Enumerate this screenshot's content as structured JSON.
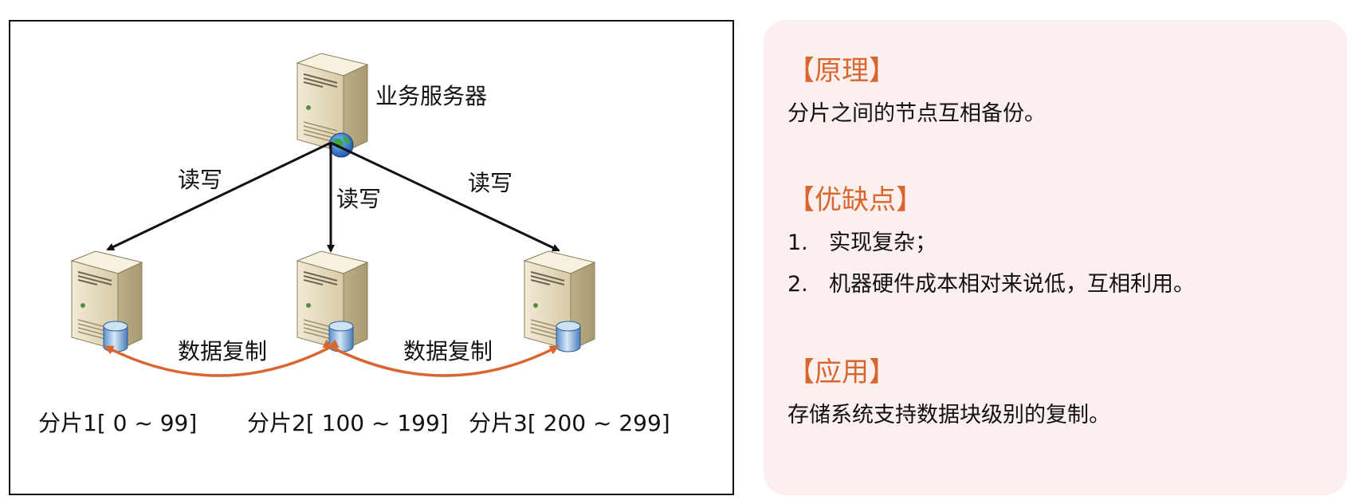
{
  "diagram": {
    "business_server_label": "业务服务器",
    "read_write_label_left": "读写",
    "read_write_label_center": "读写",
    "read_write_label_right": "读写",
    "replication_label_left": "数据复制",
    "replication_label_right": "数据复制",
    "shards": [
      {
        "label": "分片1[ 0 ~ 99]"
      },
      {
        "label": "分片2[ 100 ~ 199]"
      },
      {
        "label": "分片3[ 200 ~ 299]"
      }
    ]
  },
  "info": {
    "colors": {
      "title": "#d9662f",
      "panel_background": "#fbf0ee",
      "replication_arrow": "#d9662f"
    },
    "principle_title": "【原理】",
    "principle_text": "分片之间的节点互相备份。",
    "pros_cons_title": "【优缺点】",
    "pros_cons_items": [
      {
        "num": "1.",
        "text": "实现复杂；"
      },
      {
        "num": "2.",
        "text": "机器硬件成本相对来说低，互相利用。"
      }
    ],
    "application_title": "【应用】",
    "application_text": "存储系统支持数据块级别的复制。"
  }
}
